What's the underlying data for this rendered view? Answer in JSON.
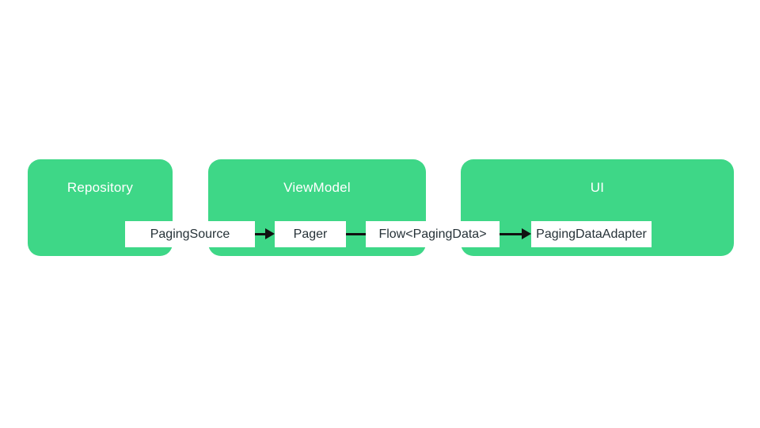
{
  "colors": {
    "background": "#ffffff",
    "layer_green": "#3ed787",
    "label_on_green": "#ffffff",
    "node_bg": "#ffffff",
    "node_text": "#263238",
    "connector": "#111111"
  },
  "diagram": {
    "layers": [
      {
        "id": "repository",
        "label": "Repository"
      },
      {
        "id": "viewmodel",
        "label": "ViewModel"
      },
      {
        "id": "ui",
        "label": "UI"
      }
    ],
    "nodes": [
      {
        "id": "paging-source",
        "label": "PagingSource",
        "layer": "repository"
      },
      {
        "id": "pager",
        "label": "Pager",
        "layer": "viewmodel"
      },
      {
        "id": "flow-paging-data",
        "label": "Flow<PagingData>",
        "layer": "viewmodel"
      },
      {
        "id": "paging-data-adapter",
        "label": "PagingDataAdapter",
        "layer": "ui"
      }
    ],
    "connectors": [
      {
        "from": "paging-source",
        "to": "pager",
        "arrowhead": true
      },
      {
        "from": "pager",
        "to": "flow-paging-data",
        "arrowhead": false
      },
      {
        "from": "flow-paging-data",
        "to": "paging-data-adapter",
        "arrowhead": true
      }
    ]
  }
}
